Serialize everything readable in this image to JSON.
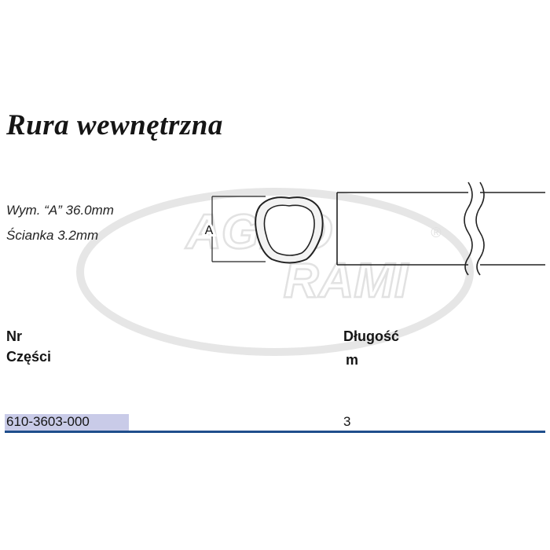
{
  "title": "Rura wewnętrzna",
  "specs": {
    "dimension": "Wym. “A” 36.0mm",
    "wall": "Ścianka 3.2mm"
  },
  "diagram": {
    "dimension_label": "A"
  },
  "watermark": {
    "brand_line1": "AGRO",
    "brand_line2": "RAMI",
    "mark": "®"
  },
  "table": {
    "headers": {
      "part_no_line1": "Nr",
      "part_no_line2": "Części",
      "length_line1": "Długość",
      "length_line2": "m"
    },
    "rows": [
      {
        "part_no": "610-3603-000",
        "length": "3"
      }
    ]
  },
  "colors": {
    "rule": "#1f4e8c",
    "highlight": "#c9cbe8",
    "watermark": "#d6d6d6"
  }
}
